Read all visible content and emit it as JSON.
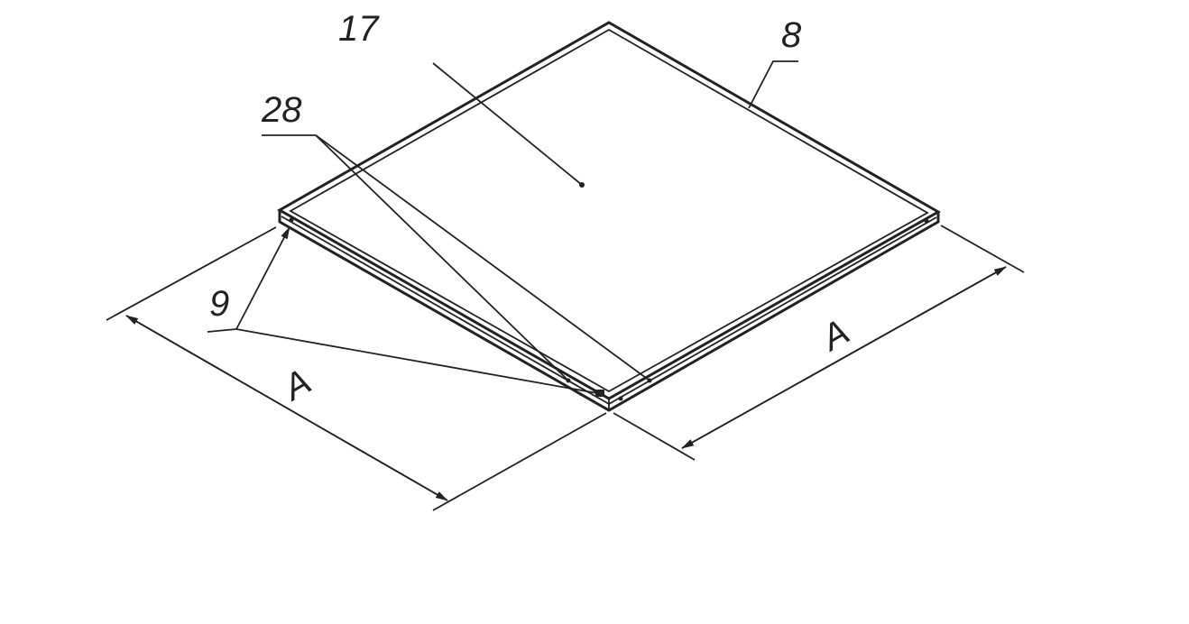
{
  "labels": {
    "panel": "17",
    "frame": "8",
    "seal": "28",
    "fastener": "9",
    "dimension_left": "A",
    "dimension_right": "A"
  }
}
